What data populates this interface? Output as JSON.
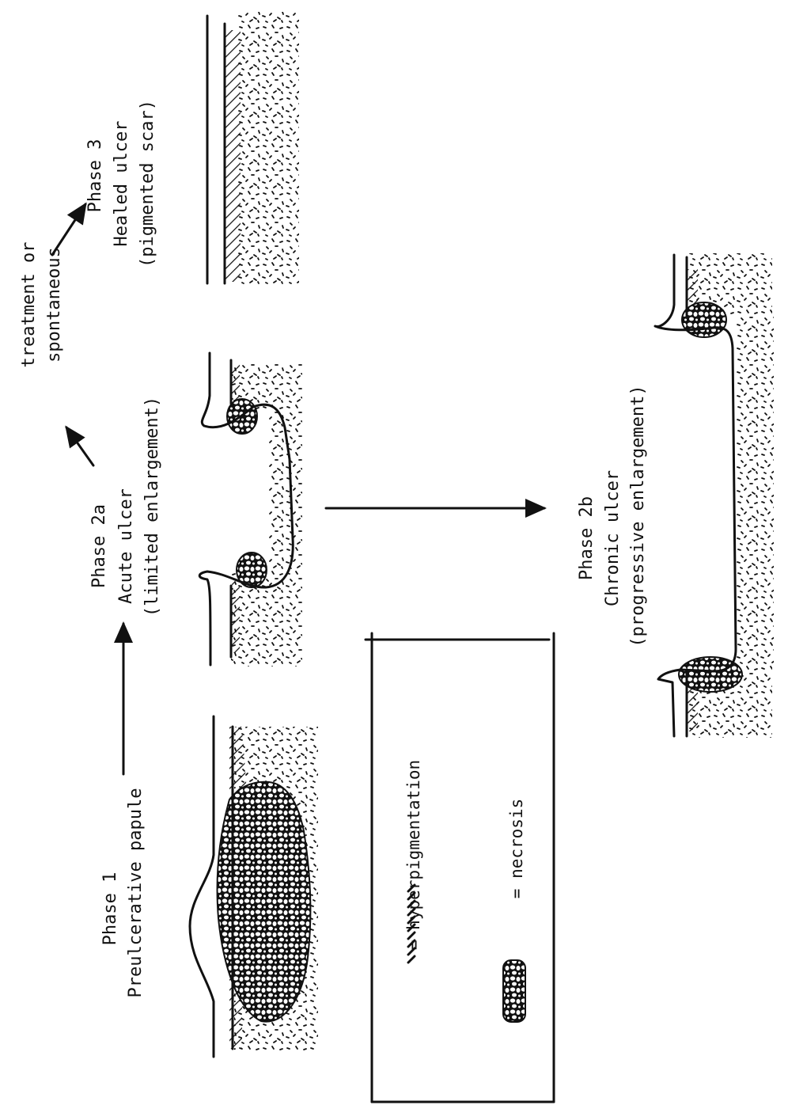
{
  "phases": {
    "phase1": {
      "title": "Phase 1",
      "name": "Preulcerative papule"
    },
    "phase2a": {
      "title": "Phase 2a",
      "name": "Acute ulcer",
      "note": "(limited enlargement)"
    },
    "phase2b": {
      "title": "Phase 2b",
      "name": "Chronic ulcer",
      "note": "(progressive enlargement)"
    },
    "phase3": {
      "title": "Phase 3",
      "name": "Healed ulcer",
      "note": "(pigmented scar)"
    }
  },
  "transition": {
    "line1": "treatment or",
    "line2": "spontaneous"
  },
  "legend": {
    "hyperpigmentation": "= hyperpigmentation",
    "necrosis": "= necrosis"
  }
}
